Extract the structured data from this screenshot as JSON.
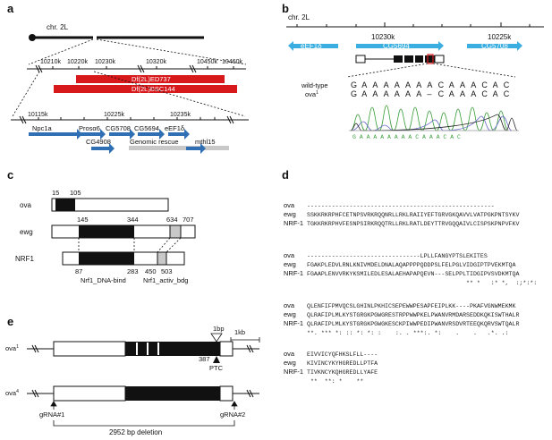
{
  "panel_letters": [
    "a",
    "b",
    "c",
    "d",
    "e"
  ],
  "colors": {
    "blue": "#2f6fb3",
    "light_blue": "#3aaee0",
    "red": "#d7191c",
    "gray": "#c8c8c8",
    "black": "#111111"
  },
  "panel_a": {
    "chr": "chr. 2L",
    "top_ticks": [
      "10210k",
      "10220k",
      "10230k",
      "10320k",
      "10450k",
      "10460k"
    ],
    "deficiencies": [
      "Df(2L)ED737",
      "Df(2L)BSC144"
    ],
    "bottom_ticks": [
      "10115k",
      "10225k",
      "10235k"
    ],
    "genes_row1": [
      "Npc1a",
      "Prosα6",
      "CG5708",
      "CG5694",
      "eEF1δ"
    ],
    "genes_row2": [
      "CG4908",
      "Genomic rescue",
      "mthl15"
    ]
  },
  "panel_b": {
    "chr": "chr. 2L",
    "ticks": [
      "10230k",
      "10225k"
    ],
    "genes": [
      "eEF1δ",
      "CG5694",
      "CG5708"
    ],
    "wildtype_label": "wild-type",
    "ova_label": "ova",
    "ova_sup": "1",
    "wildtype_seq": [
      "G",
      "A",
      "A",
      "A",
      "A",
      "A",
      "A",
      "A",
      "C",
      "A",
      "A",
      "A",
      "C",
      "A",
      "C"
    ],
    "ova_seq": [
      "G",
      "A",
      "A",
      "A",
      "A",
      "A",
      "A",
      "–",
      "C",
      "A",
      "A",
      "A",
      "C",
      "A",
      "C"
    ],
    "chrom_seq": "G A A A A A A A A C A A A C A C"
  },
  "panel_c": {
    "rows": [
      "ova",
      "ewg",
      "NRF1"
    ],
    "ova_nums": [
      "15",
      "105"
    ],
    "ewg_nums": [
      "145",
      "344",
      "634",
      "707"
    ],
    "nrf1_nums": [
      "87",
      "283",
      "450",
      "503"
    ],
    "domain_labels": [
      "Nrf1_DNA-bind",
      "Nrf1_activ_bdg"
    ]
  },
  "panel_d": {
    "blocks": [
      {
        "names": [
          "ova",
          "ewg",
          "NRF-1"
        ],
        "lines": [
          "-----------------------------------------------------",
          "SSKKRKRPHFCETNPSVRKRQQNRLLRKLRAIIYEFTGRVGKQAVVLVATPGKPNTSYKV",
          "TGKKRKRPHVFESNPSIRKRQQTRLLRKLRATLDEYTTRVGQQAIVLCISPSKPNPVFKV"
        ],
        "cons": ""
      },
      {
        "names": [
          "ova",
          "ewg",
          "NRF-1"
        ],
        "lines": [
          "--------------------------------LPLLFANGYPTSLEKITES",
          "FGAKPLEDVLRNLKNIVMDELDNALAQAPPPPQDDPSLFELPGLVIDGIPTPVEKMTQA",
          "FGAAPLENVVRKYKSMILEDLESALAEHAPAPQEVN---SELPPLTIDGIPVSVDKMTQA"
        ],
        "cons": "                                             ** *   :* *,  :;*:*:"
      },
      {
        "names": [
          "ova",
          "ewg",
          "NRF-1"
        ],
        "lines": [
          "QLENFIFPMVQCSLGHINLPKHICSEPEWWPESAPFEIPLKK----PKAFVGNWMEKMK",
          "QLRAFIPLMLKYSTGRGKPGWGRESTRPPWWPKELPWANVRMDARSEDDKQKISWTHALR",
          "QLRAFIPLMLKYSTGRGKPGWGKESCKPIWWPEDIPWANVRSDVRTEEQKQRVSWTQALR"
        ],
        "cons": "**. *** *: :: *: *: :    :. . ***:. *:    .    .   .*. .:"
      },
      {
        "names": [
          "ova",
          "ewg",
          "NRF-1"
        ],
        "lines": [
          "EIVVICYQFHKSLFLL----",
          "KIVINCYKYHGREDLLPTFA",
          "TIVKNCYKQHGREDLLYAFE"
        ],
        "cons": " **  **: *    **"
      }
    ]
  },
  "panel_e": {
    "ova1_label": "ova",
    "ova1_sup": "1",
    "ova4_label": "ova",
    "ova4_sup": "4",
    "bp_label": "1bp",
    "kb_label": "1kb",
    "ptc_num": "387",
    "ptc_label": "PTC",
    "grna1": "gRNA#1",
    "grna2": "gRNA#2",
    "deletion": "2952 bp deletion"
  }
}
